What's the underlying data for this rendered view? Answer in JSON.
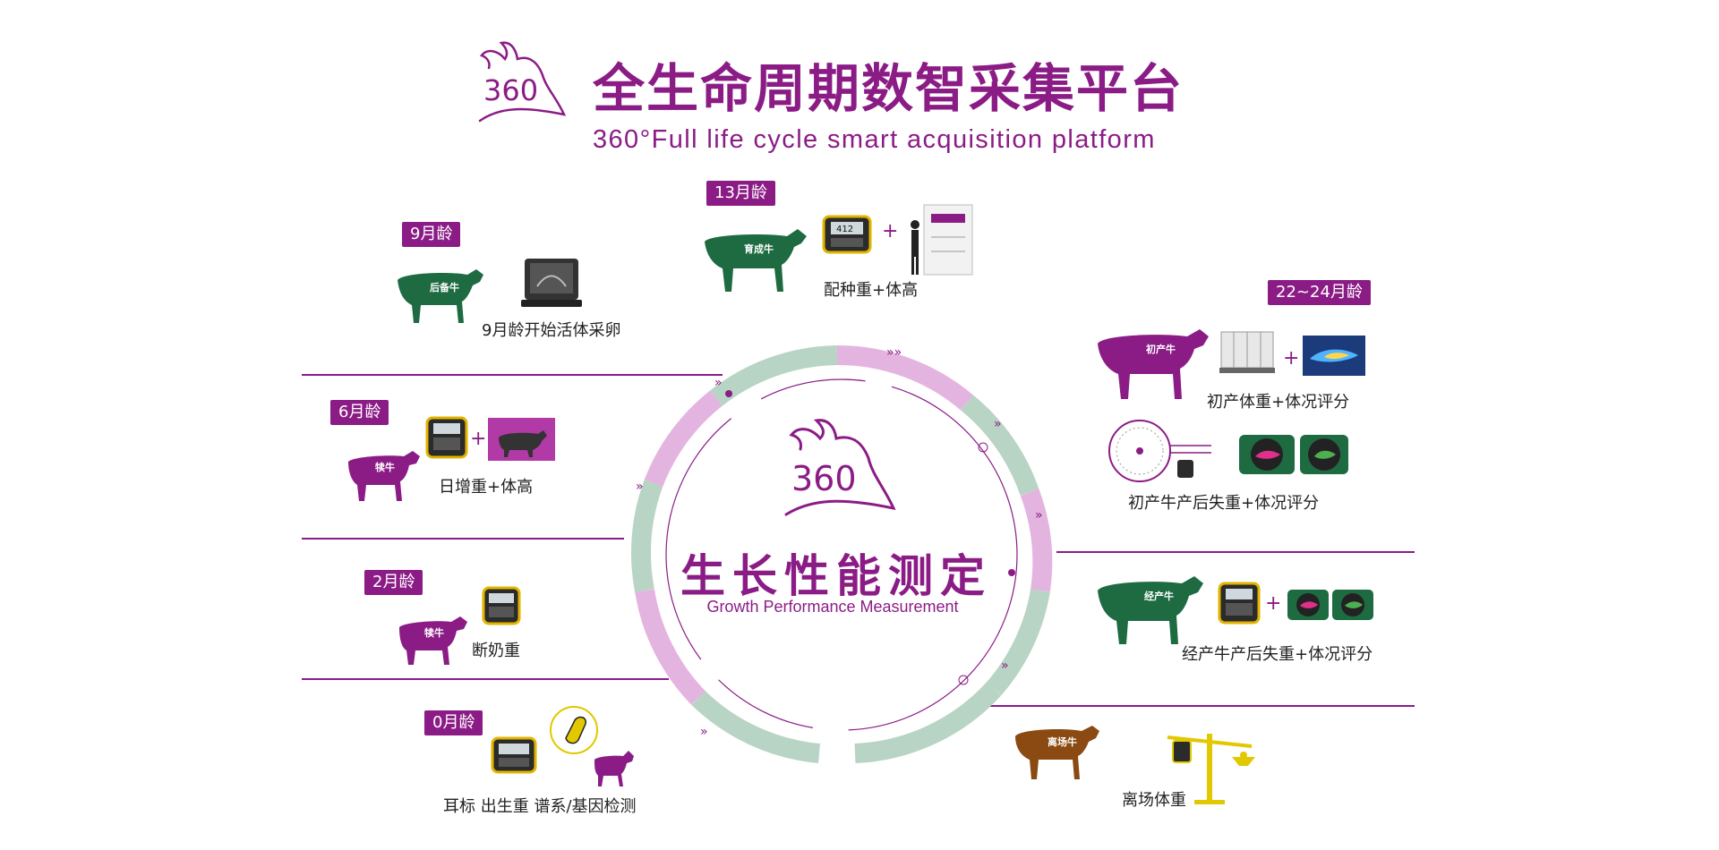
{
  "header": {
    "logo_text": "360",
    "title": "全生命周期数智采集平台",
    "subtitle": "360°Full life cycle smart acquisition platform"
  },
  "center": {
    "logo_text": "360",
    "title": "生长性能测定",
    "subtitle": "Growth Performance Measurement"
  },
  "stages": {
    "s9m": {
      "age": "9月龄",
      "cow": "后备牛",
      "caption": "9月龄开始活体采卵"
    },
    "s13m": {
      "age": "13月龄",
      "cow": "育成牛",
      "screen": "412",
      "caption": "配种重+体高"
    },
    "s22m": {
      "age": "22~24月龄",
      "cow": "初产牛",
      "caption": "初产体重+体况评分",
      "caption2": "初产牛产后失重+体况评分"
    },
    "s6m": {
      "age": "6月龄",
      "cow": "犊牛",
      "caption": "日增重+体高"
    },
    "s2m": {
      "age": "2月龄",
      "cow": "犊牛",
      "caption": "断奶重"
    },
    "s0m": {
      "age": "0月龄",
      "caption": "耳标  出生重  谱系/基因检测"
    },
    "sadult": {
      "cow": "经产牛",
      "caption": "经产牛产后失重+体况评分"
    },
    "sleave": {
      "cow": "离场牛",
      "caption": "离场体重"
    }
  },
  "plus_sign": "+",
  "colors": {
    "brand": "#8b1c86",
    "cow_green": "#1e6b42",
    "cow_brown": "#8a4a12",
    "ring_green": "#b8d4c4",
    "ring_pink": "#e4b4e0"
  }
}
